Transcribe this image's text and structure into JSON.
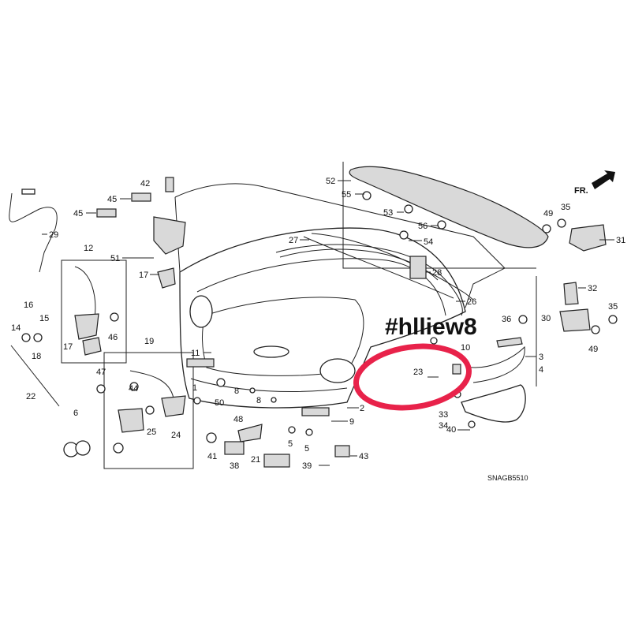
{
  "watermark": "#hlliew8",
  "diagram_code": "SNAGB5510",
  "direction_label": "FR.",
  "highlight_color": "#e8224a",
  "callouts": {
    "n1": "1",
    "n2": "2",
    "n3": "3",
    "n4": "4",
    "n5a": "5",
    "n5b": "5",
    "n6": "6",
    "n8a": "8",
    "n8b": "8",
    "n9": "9",
    "n10": "10",
    "n11": "11",
    "n12": "12",
    "n14": "14",
    "n15": "15",
    "n16": "16",
    "n17a": "17",
    "n17b": "17",
    "n18": "18",
    "n19": "19",
    "n21": "21",
    "n22": "22",
    "n23": "23",
    "n24": "24",
    "n25": "25",
    "n26": "26",
    "n27": "27",
    "n28": "28",
    "n29": "29",
    "n30": "30",
    "n31": "31",
    "n32": "32",
    "n33": "33",
    "n34": "34",
    "n35a": "35",
    "n35b": "35",
    "n36": "36",
    "n38": "38",
    "n39": "39",
    "n40": "40",
    "n41": "41",
    "n42": "42",
    "n43": "43",
    "n44": "44",
    "n45a": "45",
    "n45b": "45",
    "n46": "46",
    "n47": "47",
    "n48": "48",
    "n49a": "49",
    "n49b": "49",
    "n50": "50",
    "n51": "51",
    "n52": "52",
    "n53": "53",
    "n54": "54",
    "n55": "55",
    "n56": "56"
  }
}
